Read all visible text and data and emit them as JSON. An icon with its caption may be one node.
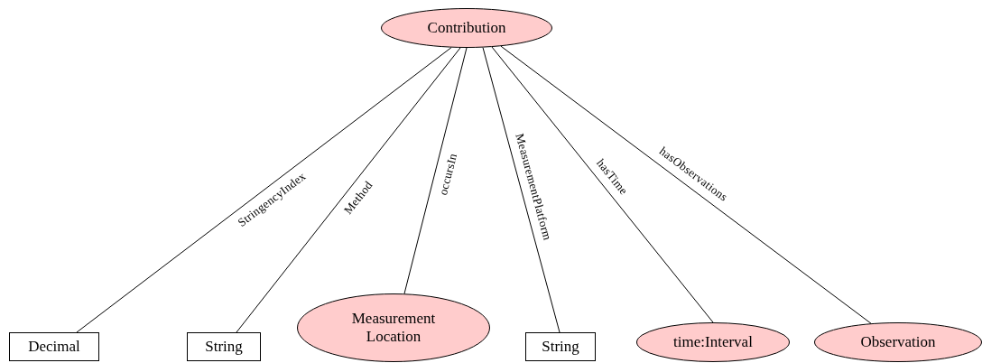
{
  "diagram": {
    "nodes": [
      {
        "text": [
          "Contribution"
        ]
      },
      {
        "text": [
          "Decimal"
        ]
      },
      {
        "text": [
          "String"
        ]
      },
      {
        "text": [
          "Measurement Location"
        ]
      },
      {
        "text": [
          "String"
        ]
      },
      {
        "text": [
          "time:Interval"
        ]
      },
      {
        "text": [
          "Observation"
        ]
      }
    ],
    "edges": [
      {
        "from": 0,
        "to": 1,
        "arrow": "none",
        "label": "StringencyIndex"
      },
      {
        "from": 0,
        "to": 2,
        "arrow": "none",
        "label": "Method"
      },
      {
        "from": 0,
        "to": 3,
        "arrow": "none",
        "label": "occursIn"
      },
      {
        "from": 0,
        "to": 4,
        "arrow": "none",
        "label": "MeasurementPlatform"
      },
      {
        "from": 0,
        "to": 5,
        "arrow": "none",
        "label": "hasTime"
      },
      {
        "from": 0,
        "to": 6,
        "arrow": "none",
        "label": "hasObservations"
      }
    ]
  }
}
